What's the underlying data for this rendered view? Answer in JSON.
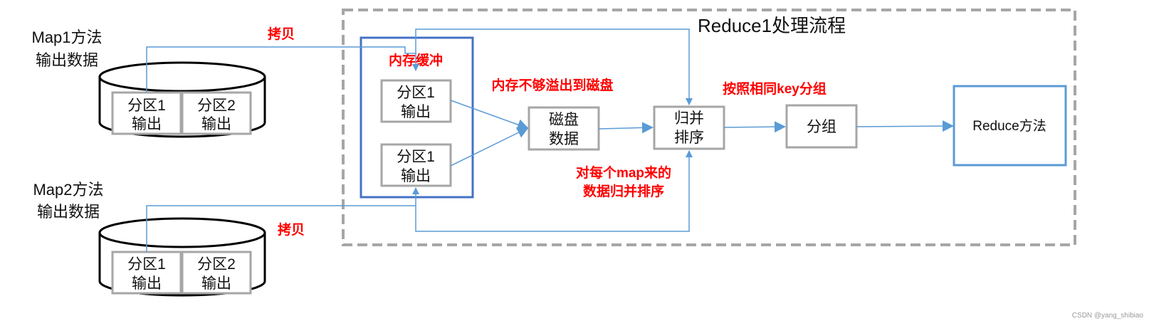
{
  "diagram": {
    "title": "Reduce1处理流程",
    "map1": {
      "label_line1": "Map1方法",
      "label_line2": "输出数据"
    },
    "map2": {
      "label_line1": "Map2方法",
      "label_line2": "输出数据"
    },
    "partition": {
      "p1_line1": "分区1",
      "p2_line1": "分区2",
      "line2": "输出"
    },
    "copy_label_top": "拷贝",
    "copy_label_bottom": "拷贝",
    "buffer_label": "内存缓冲",
    "spill_label": "内存不够溢出到磁盘",
    "disk": {
      "line1": "磁盘",
      "line2": "数据"
    },
    "merge": {
      "line1": "归并",
      "line2": "排序"
    },
    "merge_note": {
      "line1": "对每个map来的",
      "line2": "数据归并排序"
    },
    "group_label": "按照相同key分组",
    "group_box": "分组",
    "reduce_box": "Reduce方法",
    "watermark": "CSDN @yang_shibiao",
    "colors": {
      "arrow": "#5b9bd5",
      "reduce_border": "#5b9bd5",
      "buffer_border": "#4472c4",
      "dashed_border": "#a6a6a6",
      "box_border": "#a6a6a6",
      "note_text": "#ff0000"
    }
  }
}
